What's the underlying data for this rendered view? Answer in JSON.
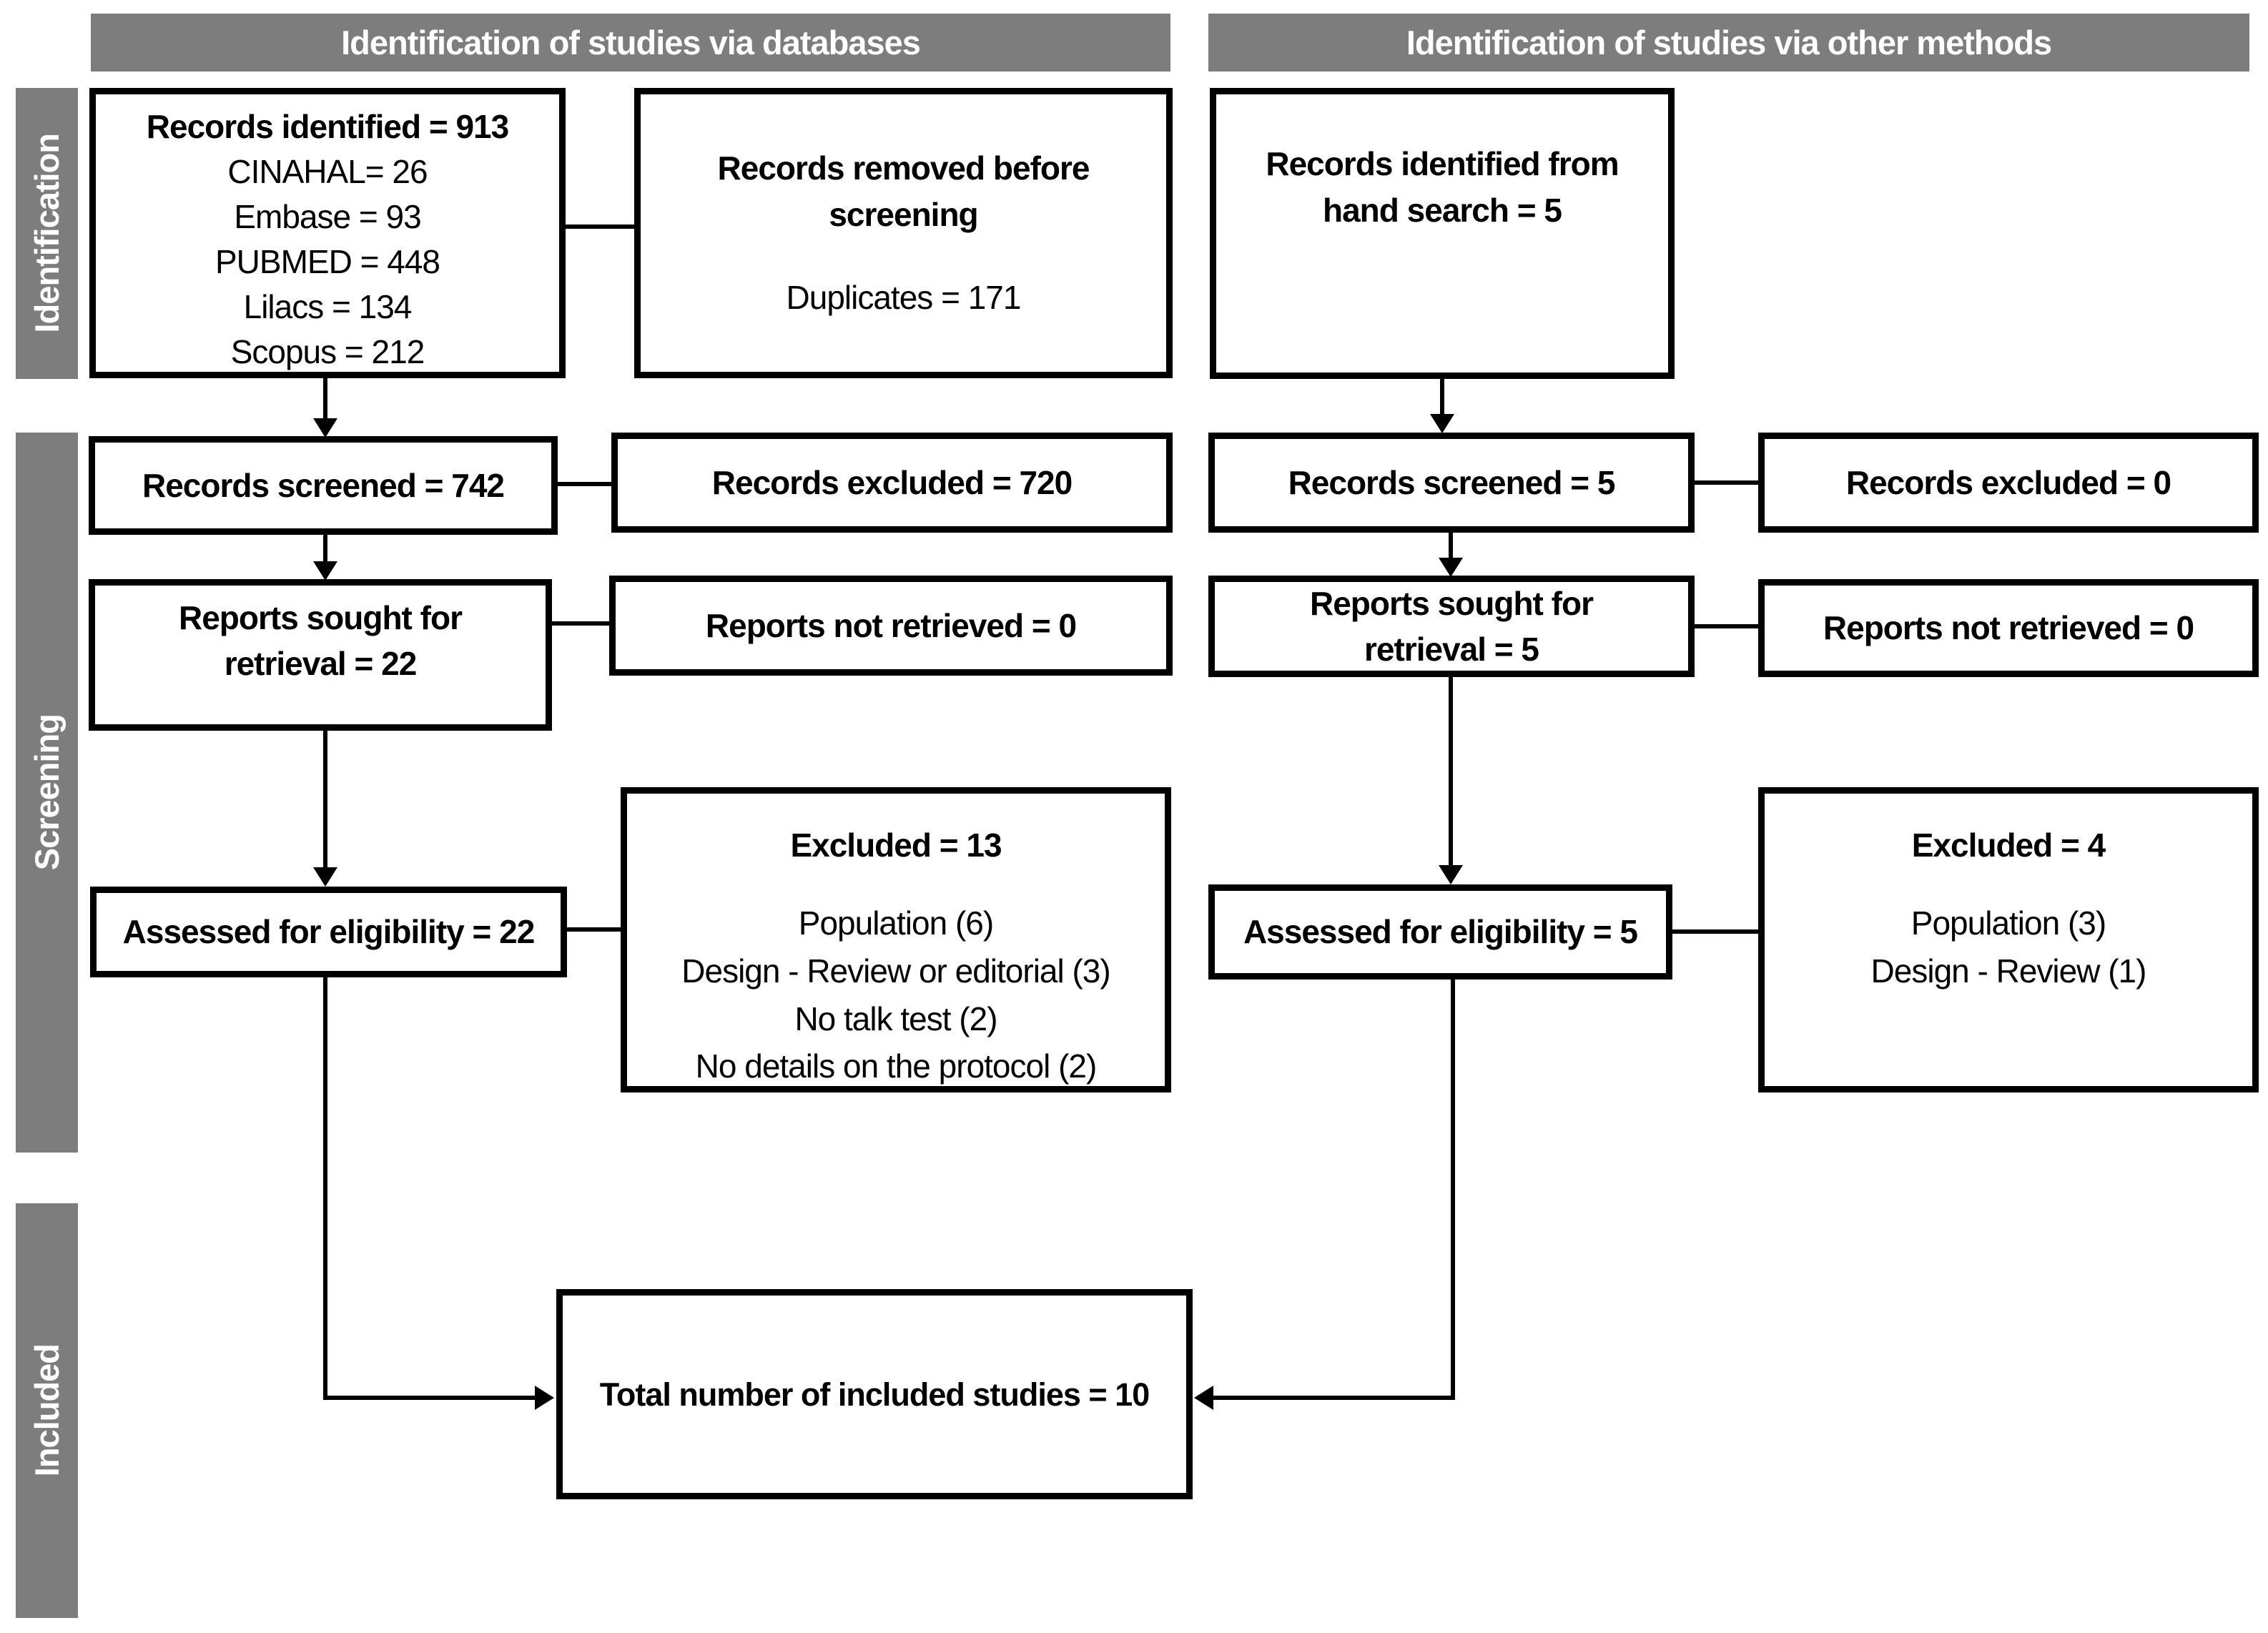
{
  "headers": {
    "databases": "Identification of studies via databases",
    "other_methods": "Identification of studies via other methods"
  },
  "sidebar": {
    "identification": "Identification",
    "screening": "Screening",
    "included": "Included"
  },
  "colors": {
    "bar_gray": "#7d7d7d",
    "box_border": "#000000",
    "text": "#000000",
    "sidebar_text": "#ffffff",
    "background": "#ffffff"
  },
  "boxes": {
    "records_identified": {
      "title": "Records identified = 913",
      "lines": [
        "CINAHAL= 26",
        "Embase = 93",
        "PUBMED = 448",
        "Lilacs = 134",
        "Scopus = 212"
      ]
    },
    "records_removed": {
      "title": "Records removed before screening",
      "detail": "Duplicates = 171"
    },
    "hand_search": {
      "title": "Records identified from hand search = 5"
    },
    "records_screened_db": {
      "title": "Records screened = 742"
    },
    "records_excluded_db": {
      "title": "Records excluded =  720"
    },
    "records_screened_other": {
      "title": "Records screened = 5"
    },
    "records_excluded_other": {
      "title": "Records excluded = 0"
    },
    "reports_sought_db": {
      "title": "Reports sought for retrieval = 22"
    },
    "reports_not_retrieved_db": {
      "title": "Reports not retrieved = 0"
    },
    "reports_sought_other": {
      "title": "Reports sought for retrieval = 5"
    },
    "reports_not_retrieved_other": {
      "title": "Reports not retrieved = 0"
    },
    "assessed_db": {
      "title": "Assessed for eligibility = 22"
    },
    "excluded_db": {
      "title": "Excluded = 13",
      "reasons": [
        "Population (6)",
        "Design - Review or editorial (3)",
        "No talk test (2)",
        "No details on the protocol (2)"
      ]
    },
    "assessed_other": {
      "title": "Assessed for eligibility = 5"
    },
    "excluded_other": {
      "title": "Excluded = 4",
      "reasons": [
        "Population (3)",
        "Design - Review (1)"
      ]
    },
    "total": {
      "title": "Total number of included studies = 10"
    }
  }
}
